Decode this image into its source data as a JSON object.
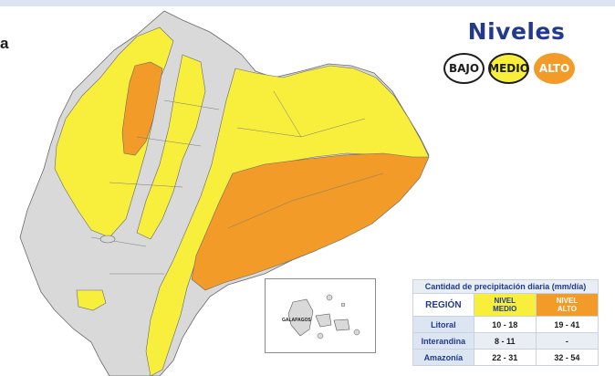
{
  "left_fragment": "a",
  "legend": {
    "title": "Niveles",
    "levels": [
      {
        "label": "BAJO",
        "color": "#ffffff"
      },
      {
        "label": "MEDIO",
        "color": "#f7ef3c"
      },
      {
        "label": "ALTO",
        "color": "#f29b28"
      }
    ]
  },
  "map": {
    "colors": {
      "medio": "#f7ef3c",
      "alto": "#f29b28",
      "bajo": "#d9d9d9",
      "border": "#6a6a6a"
    },
    "inset_label": "GALAPAGOS"
  },
  "table": {
    "title": "Cantidad de precipitación diaria (mm/día)",
    "col_region": "REGIÓN",
    "col_medio": "NIVEL MEDIO",
    "col_alto": "NIVEL ALTO",
    "rows": [
      {
        "region": "Litoral",
        "medio": "10 - 18",
        "alto": "19 - 41"
      },
      {
        "region": "Interandina",
        "medio": "8 - 11",
        "alto": "-"
      },
      {
        "region": "Amazonía",
        "medio": "22 - 31",
        "alto": "32 - 54"
      }
    ]
  }
}
